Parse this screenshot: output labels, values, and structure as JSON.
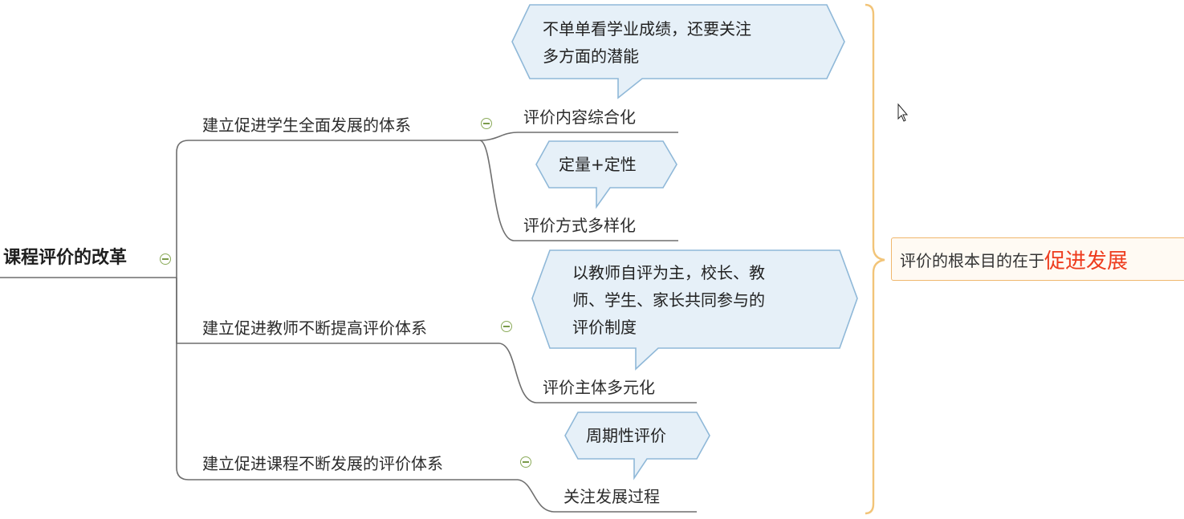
{
  "mindmap": {
    "root": "课程评价的改革",
    "branches": [
      {
        "label": "建立促进学生全面发展的体系",
        "leaves": [
          {
            "label": "评价内容综合化",
            "callout": [
              "不单单看学业成绩，还要关注",
              "多方面的潜能"
            ]
          },
          {
            "label": "评价方式多样化",
            "callout": [
              "定量+定性"
            ]
          }
        ]
      },
      {
        "label": "建立促进教师不断提高评价体系",
        "leaves": [
          {
            "label": "评价主体多元化",
            "callout": [
              "以教师自评为主，校长、教",
              "师、学生、家长共同参与的",
              "评价制度"
            ]
          }
        ]
      },
      {
        "label": "建立促进课程不断发展的评价体系",
        "leaves": [
          {
            "label": "关注发展过程",
            "callout": [
              "周期性评价"
            ]
          }
        ]
      }
    ],
    "summary": {
      "prefix": "评价的根本目的在于",
      "highlight": "促进发展"
    }
  },
  "colors": {
    "line": "#6e6e6e",
    "callout_fill": "#e6f0f8",
    "callout_stroke": "#8fb8d8",
    "brace": "#f2c478",
    "toggle": "#8bab5a",
    "highlight": "#ee3c1e"
  }
}
